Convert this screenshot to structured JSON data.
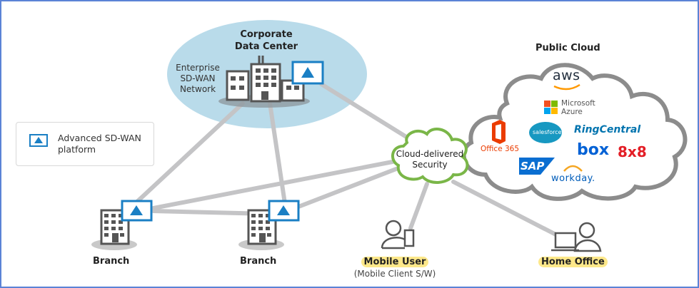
{
  "title": "Enterprise SD-WAN network diagram",
  "data_center": {
    "title_line1": "Corporate",
    "title_line2": "Data Center",
    "network_line1": "Enterprise",
    "network_line2": "SD-WAN",
    "network_line3": "Network"
  },
  "legend": {
    "icon": "sdwan-platform-icon",
    "text_line1": "Advanced SD-WAN",
    "text_line2": "platform"
  },
  "security": {
    "line1": "Cloud-delivered",
    "line2": "Security"
  },
  "public_cloud": {
    "title": "Public Cloud",
    "services": [
      {
        "name": "aws",
        "color": "#232f3e"
      },
      {
        "name": "Microsoft",
        "color": "#555555"
      },
      {
        "name": "Azure",
        "color": "#555555"
      },
      {
        "name": "Office 365",
        "color": "#eb3c00"
      },
      {
        "name": "salesforce",
        "color": "#1798c1"
      },
      {
        "name": "RingCentral",
        "color": "#0073ae"
      },
      {
        "name": "box",
        "color": "#0061d5"
      },
      {
        "name": "8x8",
        "color": "#e31e26"
      },
      {
        "name": "SAP",
        "color": "#0a6ed1"
      },
      {
        "name": "workday.",
        "color": "#005cb9"
      }
    ]
  },
  "sites": {
    "branch1": "Branch",
    "branch2": "Branch",
    "mobile_user": "Mobile User",
    "mobile_user_sub": "(Mobile Client S/W)",
    "home_office": "Home Office"
  },
  "colors": {
    "accent_blue": "#1a7fc4",
    "security_green": "#7ab648",
    "highlight": "#fde88a",
    "link_gray": "#c4c4c6",
    "dc_ellipse": "#b9dbea",
    "frame": "#5b83d6"
  }
}
